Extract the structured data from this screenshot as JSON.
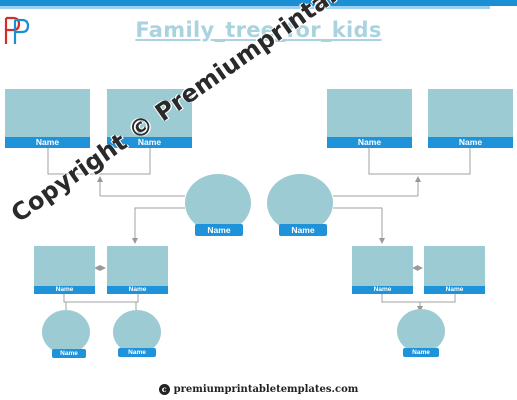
{
  "title": "Family_tree_for_kids",
  "logo": {
    "name": "pp-logo",
    "colors": [
      "#d42b2b",
      "#1a8fd4"
    ]
  },
  "watermark": "Copyright © Premiumprintabletemplates.com",
  "footer": {
    "icon": "copyright-icon",
    "text": "premiumprintabletemplates.com"
  },
  "colors": {
    "box": "#9ccbd3",
    "label": "#1f93d9",
    "title": "#a9d3df",
    "line": "#999999"
  },
  "grandparents": [
    {
      "label": "Name"
    },
    {
      "label": "Name"
    },
    {
      "label": "Name"
    },
    {
      "label": "Name"
    }
  ],
  "parents": [
    {
      "label": "Name"
    },
    {
      "label": "Name"
    }
  ],
  "siblings_left": [
    {
      "label": "Name"
    },
    {
      "label": "Name"
    }
  ],
  "siblings_right": [
    {
      "label": "Name"
    },
    {
      "label": "Name"
    }
  ],
  "children": [
    {
      "label": "Name"
    },
    {
      "label": "Name"
    },
    {
      "label": "Name"
    }
  ]
}
